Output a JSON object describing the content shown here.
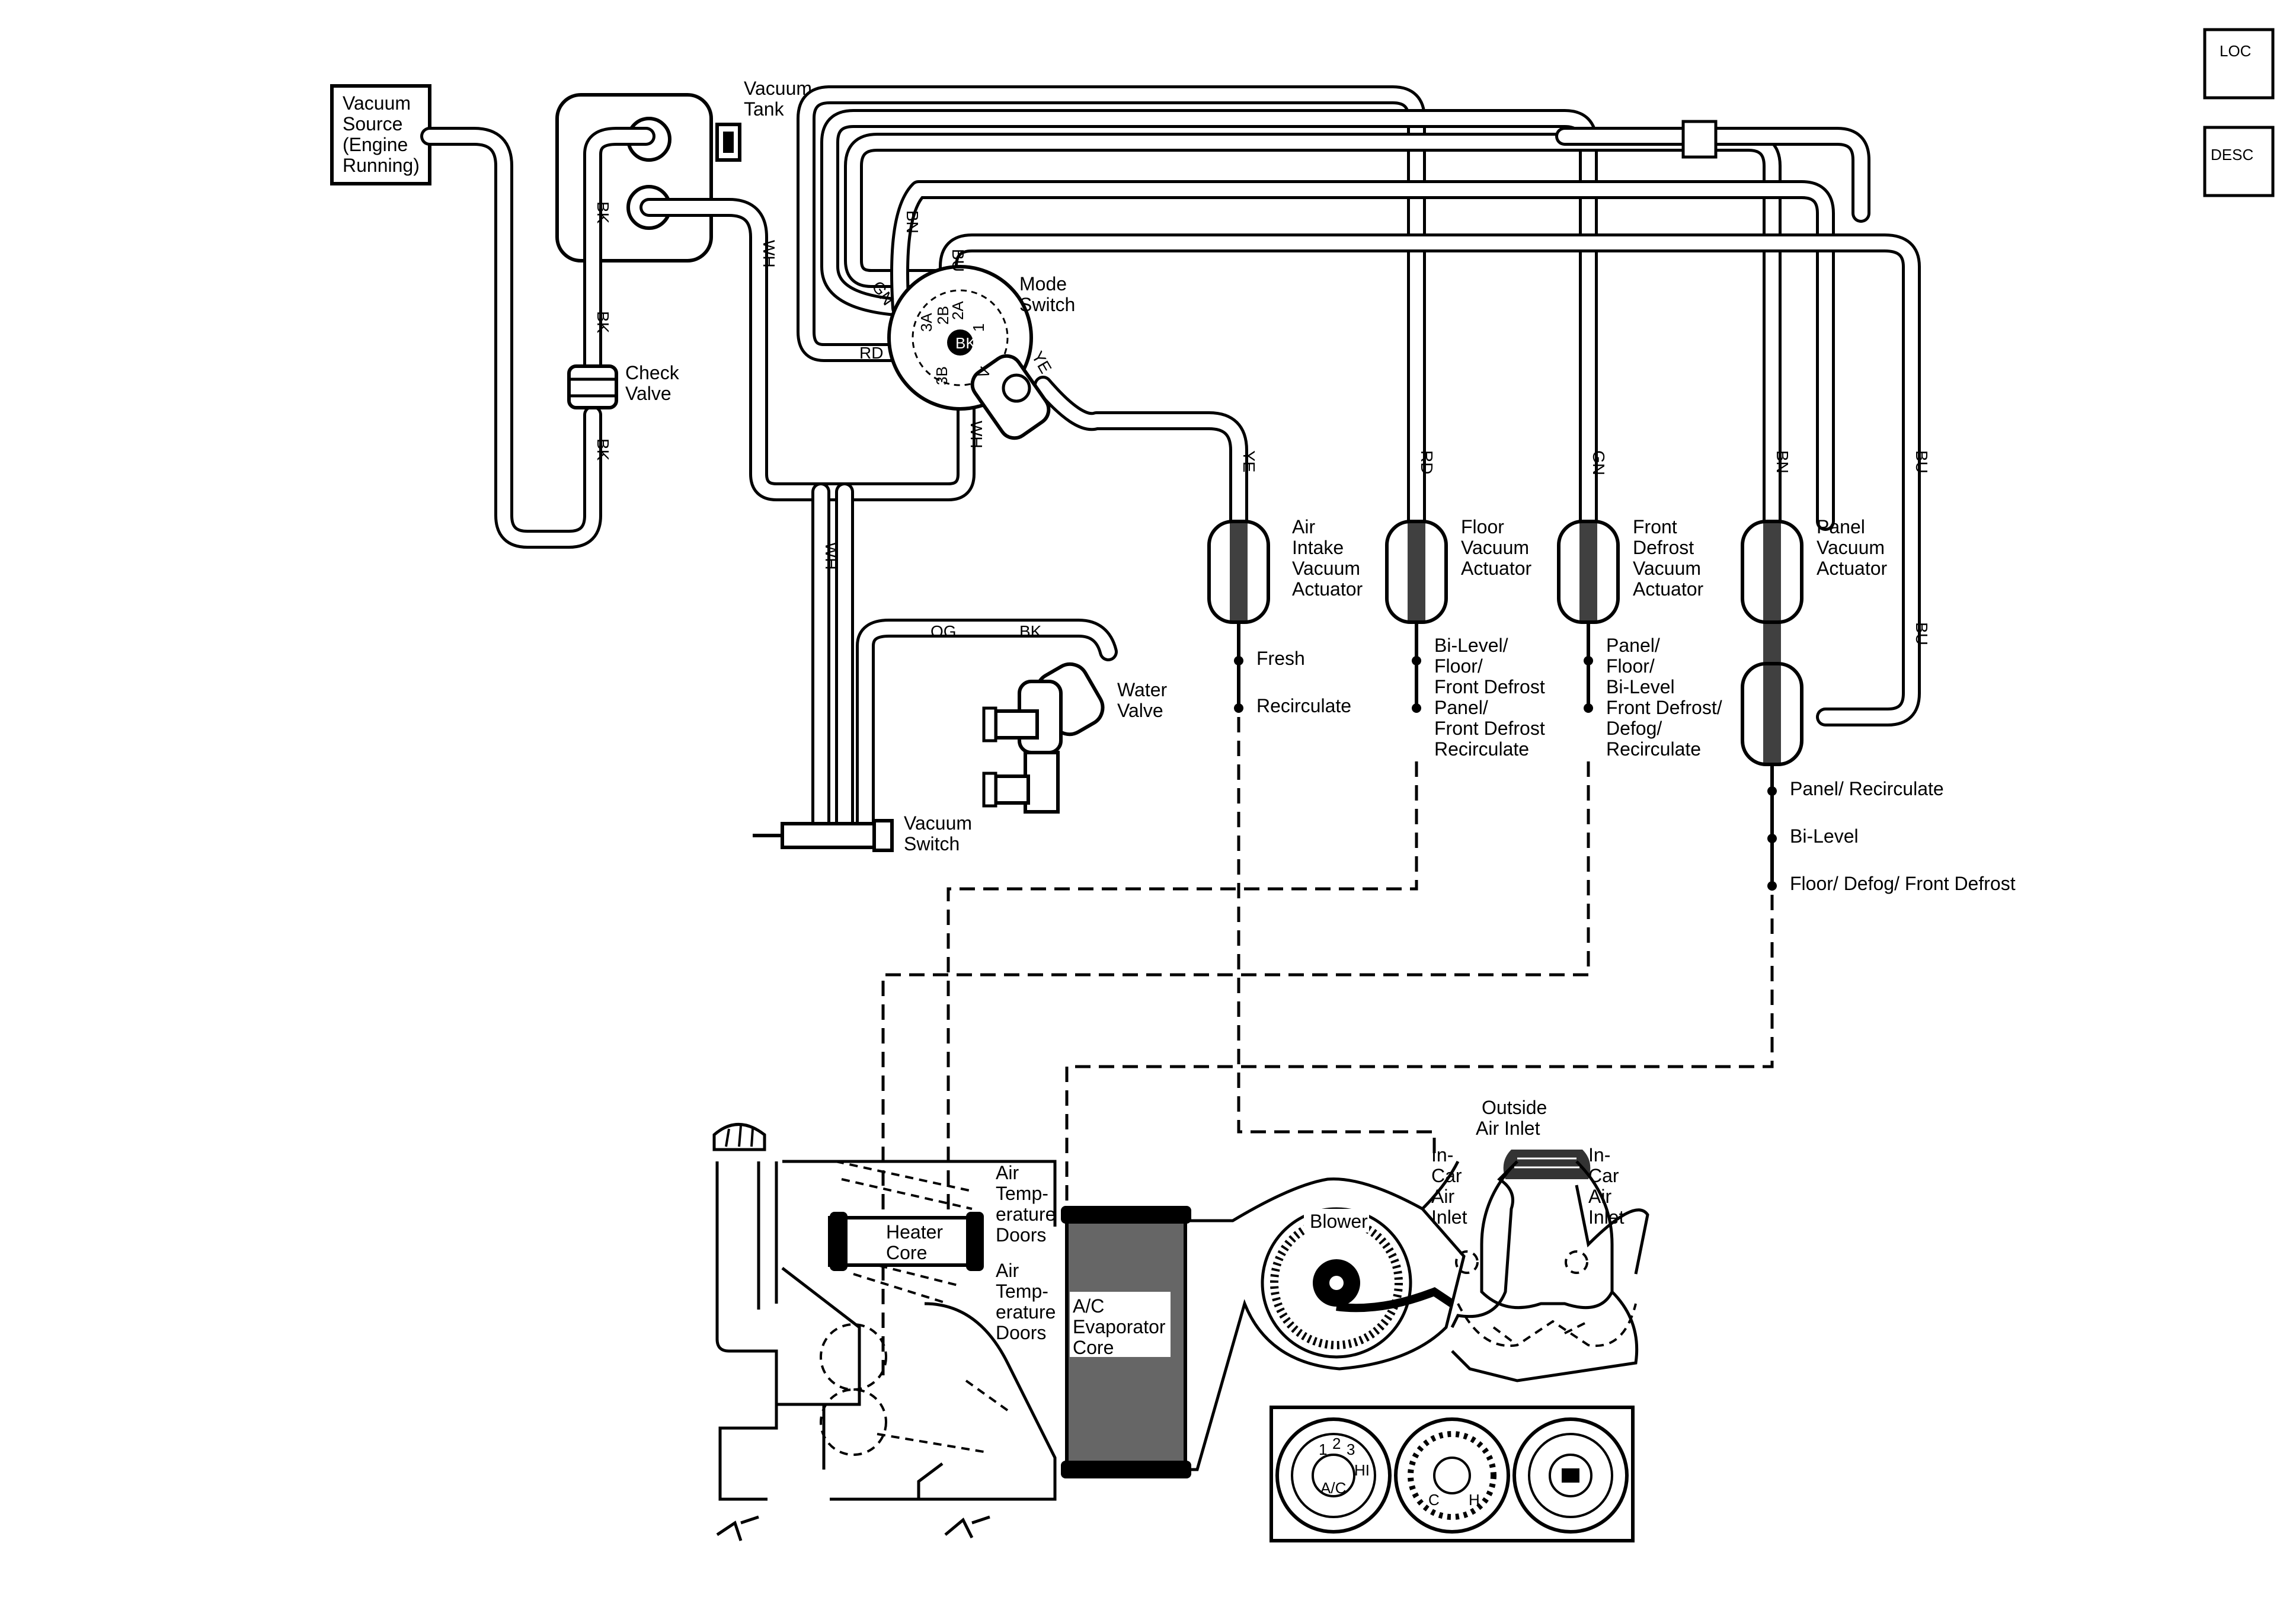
{
  "badges": {
    "loc": "LOC",
    "desc": "DESC"
  },
  "labels": {
    "vacuum_source": [
      "Vacuum",
      "Source",
      "(Engine",
      "Running)"
    ],
    "vacuum_tank": [
      "Vacuum",
      "Tank"
    ],
    "check_valve": [
      "Check",
      "Valve"
    ],
    "mode_switch": [
      "Mode",
      "Switch"
    ],
    "water_valve": [
      "Water",
      "Valve"
    ],
    "vacuum_switch": [
      "Vacuum",
      "Switch"
    ],
    "air_intake_actuator": [
      "Air",
      "Intake",
      "Vacuum",
      "Actuator"
    ],
    "floor_actuator": [
      "Floor",
      "Vacuum",
      "Actuator"
    ],
    "front_defrost_actuator": [
      "Front",
      "Defrost",
      "Vacuum",
      "Actuator"
    ],
    "panel_actuator": [
      "Panel",
      "Vacuum",
      "Actuator"
    ],
    "outside_air_inlet": [
      "Outside",
      "Air Inlet"
    ],
    "in_car_air_inlet": [
      "In-",
      "Car",
      "Air",
      "Inlet"
    ],
    "blower": "Blower",
    "heater_core": [
      "Heater",
      "Core"
    ],
    "evaporator_core": [
      "A/C",
      "Evaporator",
      "Core"
    ],
    "air_temp_doors": [
      "Air",
      "Temp-",
      "erature",
      "Doors"
    ]
  },
  "positions": {
    "air_intake": [
      "Fresh",
      "Recirculate"
    ],
    "floor": [
      [
        "Bi-Level/",
        "Floor/",
        "Front Defrost"
      ],
      [
        "Panel/",
        "Front Defrost",
        "Recirculate"
      ]
    ],
    "front_defrost": [
      [
        "Panel/",
        "Floor/",
        "Bi-Level"
      ],
      [
        "Front Defrost/",
        "Defog/",
        "Recirculate"
      ]
    ],
    "panel": [
      "Panel/ Recirculate",
      "Bi-Level",
      "Floor/ Defog/ Front Defrost"
    ]
  },
  "hose_colors": {
    "bk": "BK",
    "wh": "WH",
    "bn": "BN",
    "gn": "GN",
    "bu": "BU",
    "rd": "RD",
    "ye": "YE",
    "og": "OG"
  },
  "ports": [
    "2A",
    "2B",
    "1",
    "3A",
    "3B",
    "V"
  ],
  "control_panel": {
    "fan_marks": [
      "1",
      "2",
      "3",
      "HI"
    ],
    "ac_label": "A/C",
    "temp_marks": [
      "C",
      "H"
    ]
  }
}
